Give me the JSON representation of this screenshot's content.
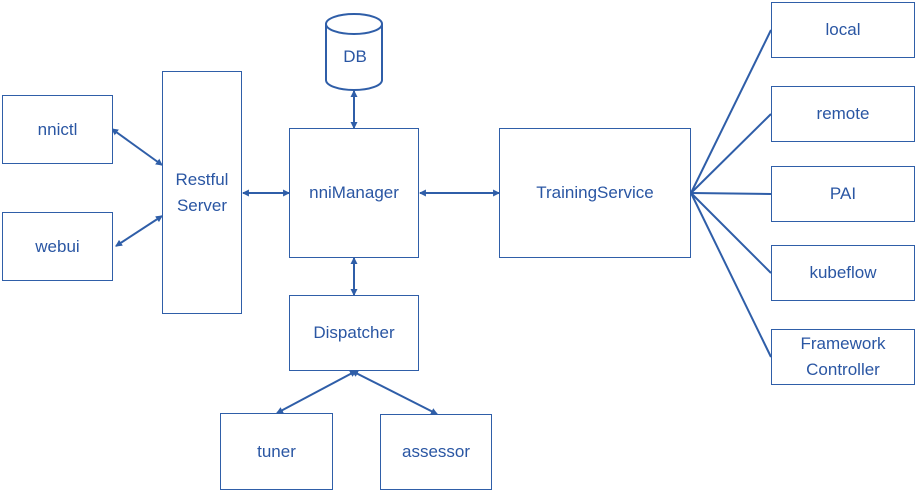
{
  "nodes": {
    "db": "DB",
    "nnictl": "nnictl",
    "webui": "webui",
    "restful": "Restful\nServer",
    "nnimanager": "nniManager",
    "training": "TrainingService",
    "dispatcher": "Dispatcher",
    "tuner": "tuner",
    "assessor": "assessor",
    "local": "local",
    "remote": "remote",
    "pai": "PAI",
    "kubeflow": "kubeflow",
    "framework": "Framework\nController"
  },
  "colors": {
    "line": "#2f5ea8",
    "text": "#2a56a3"
  }
}
